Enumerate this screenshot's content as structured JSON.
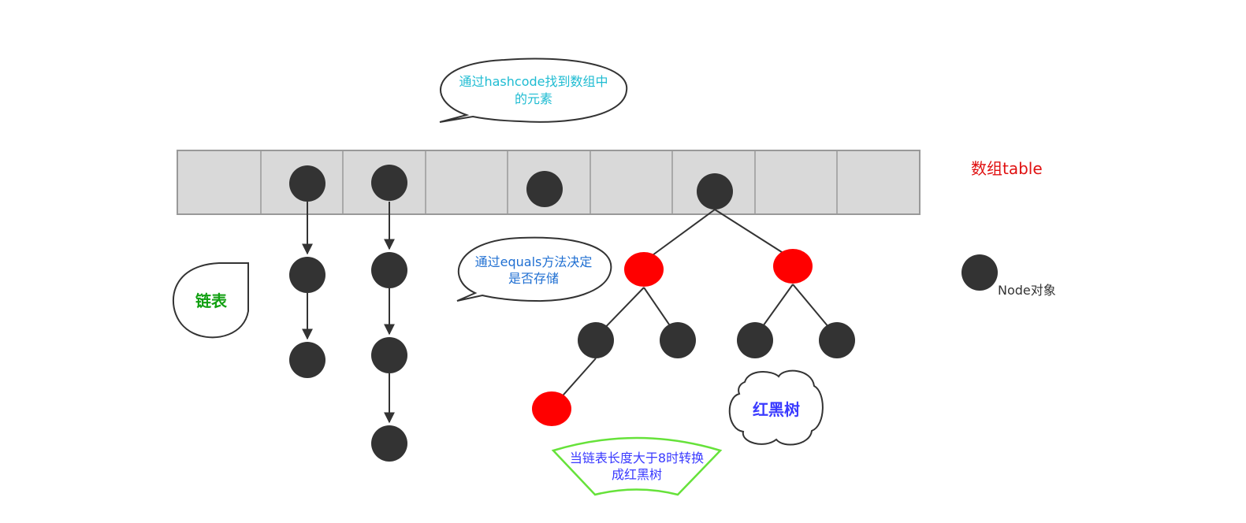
{
  "callouts": {
    "hashcode": {
      "line1": "通过hashcode找到数组中",
      "line2": "的元素",
      "color": "#1fbcd2"
    },
    "equals": {
      "line1": "通过equals方法决定",
      "line2": "是否存储",
      "color": "#1f6fd2"
    },
    "treeify": {
      "line1": "当链表长度大于8时转换",
      "line2": "成红黑树",
      "color": "#3a3aff",
      "border": "#66e23a"
    }
  },
  "labels": {
    "array_table": {
      "text": "数组table",
      "color": "#e01010"
    },
    "linked_list": {
      "text": "链表",
      "color": "#12a012"
    },
    "red_black_tree": {
      "text": "红黑树",
      "color": "#3a3aff"
    },
    "legend_node": {
      "text": "Node对象",
      "color": "#333333"
    }
  },
  "colors": {
    "node_black": "#333333",
    "node_red": "#ff0000",
    "array_fill": "#d9d9d9",
    "array_border": "#999999"
  },
  "array": {
    "slots": 9
  }
}
